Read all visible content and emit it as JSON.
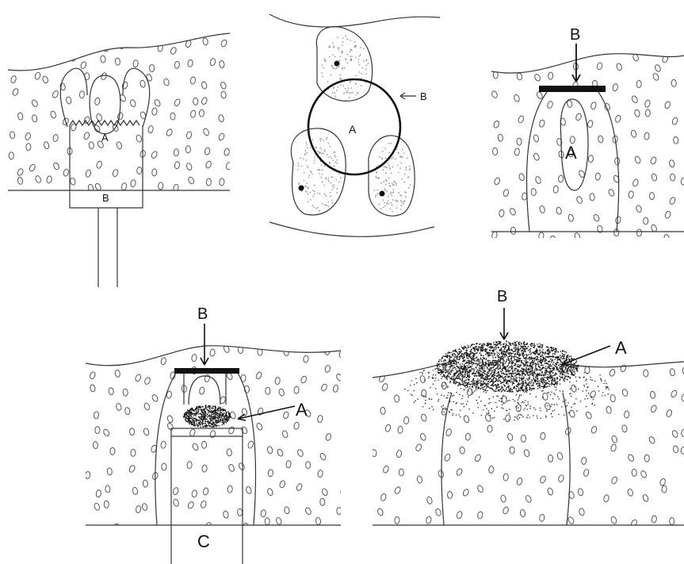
{
  "panels": [
    {
      "id": "p1",
      "labels": [
        "A",
        "B"
      ]
    },
    {
      "id": "p2",
      "labels": [
        "A",
        "B"
      ]
    },
    {
      "id": "p3",
      "labels": [
        "B",
        "A"
      ]
    },
    {
      "id": "p4",
      "labels": [
        "B",
        "A",
        "C"
      ]
    },
    {
      "id": "p5",
      "labels": [
        "B",
        "A"
      ]
    }
  ]
}
